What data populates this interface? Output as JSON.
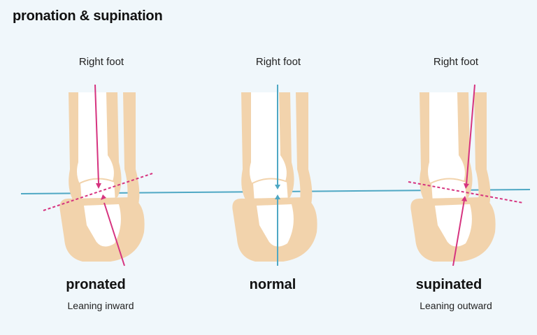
{
  "title": "pronation & supination",
  "colors": {
    "background": "#f0f7fb",
    "bone": "#f2d3ac",
    "bone_light": "#ffffff",
    "ground_line": "#4fa8c4",
    "axis_pronated_supinated": "#d6337f",
    "axis_normal": "#4fa8c4"
  },
  "panels": [
    {
      "id": "pronated",
      "foot_label": "Right foot",
      "state": "pronated",
      "description": "Leaning inward"
    },
    {
      "id": "normal",
      "foot_label": "Right foot",
      "state": "normal",
      "description": ""
    },
    {
      "id": "supinated",
      "foot_label": "Right foot",
      "state": "supinated",
      "description": "Leaning outward"
    }
  ]
}
